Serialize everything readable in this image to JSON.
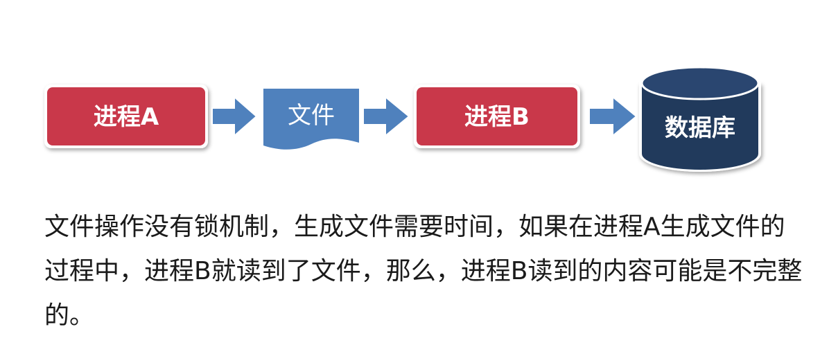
{
  "diagram": {
    "nodes": {
      "process_a": "进程A",
      "file": "文件",
      "process_b": "进程B",
      "database": "数据库"
    },
    "colors": {
      "process": "#c9384a",
      "file": "#4f81bd",
      "arrow": "#4f81bd",
      "database": "#213a5c"
    }
  },
  "description": {
    "text": "文件操作没有锁机制，生成文件需要时间，如果在进程A生成文件的过程中，进程B就读到了文件，那么，进程B读到的内容可能是不完整的。"
  }
}
